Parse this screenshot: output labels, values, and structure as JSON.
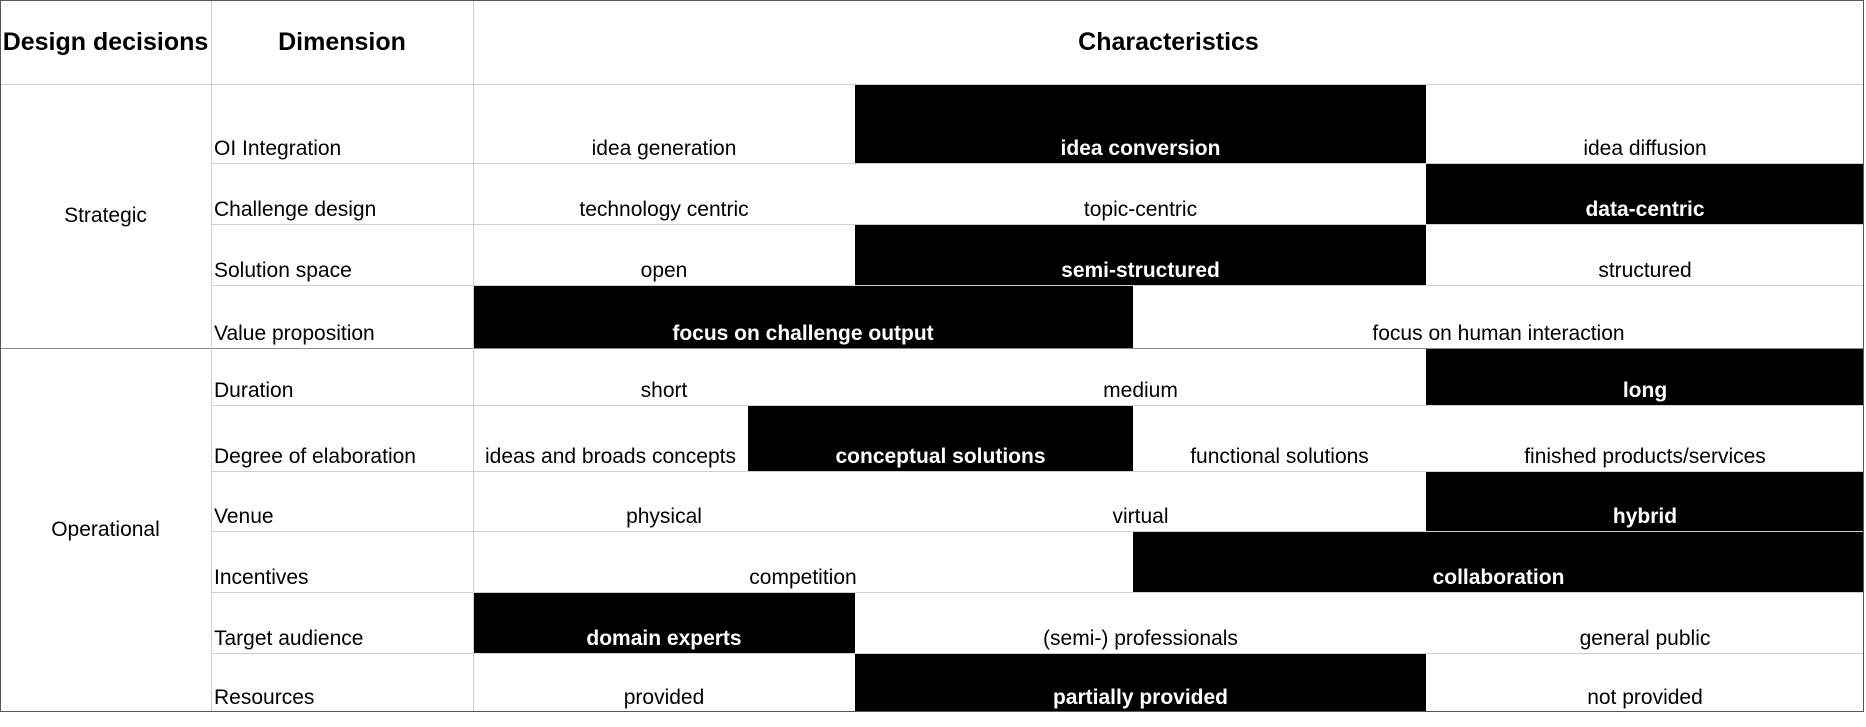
{
  "header": {
    "design_decisions": "Design decisions",
    "dimension": "Dimension",
    "characteristics": "Characteristics"
  },
  "groups": {
    "strategic": "Strategic",
    "operational": "Operational"
  },
  "rows": [
    {
      "dimension": "OI Integration",
      "cells": [
        {
          "text": "idea generation",
          "selected": false
        },
        {
          "text": "idea conversion",
          "selected": true
        },
        {
          "text": "idea diffusion",
          "selected": false
        }
      ]
    },
    {
      "dimension": "Challenge design",
      "cells": [
        {
          "text": "technology centric",
          "selected": false
        },
        {
          "text": "topic-centric",
          "selected": false
        },
        {
          "text": "data-centric",
          "selected": true
        }
      ]
    },
    {
      "dimension": "Solution space",
      "cells": [
        {
          "text": "open",
          "selected": false
        },
        {
          "text": "semi-structured",
          "selected": true
        },
        {
          "text": "structured",
          "selected": false
        }
      ]
    },
    {
      "dimension": "Value proposition",
      "cells": [
        {
          "text": "focus on challenge output",
          "selected": true
        },
        {
          "text": "focus on human interaction",
          "selected": false
        }
      ]
    },
    {
      "dimension": "Duration",
      "cells": [
        {
          "text": "short",
          "selected": false
        },
        {
          "text": "medium",
          "selected": false
        },
        {
          "text": "long",
          "selected": true
        }
      ]
    },
    {
      "dimension": "Degree of elaboration",
      "cells": [
        {
          "text": "ideas and broads concepts",
          "selected": false
        },
        {
          "text": "conceptual solutions",
          "selected": true
        },
        {
          "text": "functional solutions",
          "selected": false
        },
        {
          "text": "finished products/services",
          "selected": false
        }
      ]
    },
    {
      "dimension": "Venue",
      "cells": [
        {
          "text": "physical",
          "selected": false
        },
        {
          "text": "virtual",
          "selected": false
        },
        {
          "text": "hybrid",
          "selected": true
        }
      ]
    },
    {
      "dimension": "Incentives",
      "cells": [
        {
          "text": "competition",
          "selected": false
        },
        {
          "text": "collaboration",
          "selected": true
        }
      ]
    },
    {
      "dimension": "Target audience",
      "cells": [
        {
          "text": "domain experts",
          "selected": true
        },
        {
          "text": "(semi-) professionals",
          "selected": false
        },
        {
          "text": "general public",
          "selected": false
        }
      ]
    },
    {
      "dimension": "Resources",
      "cells": [
        {
          "text": "provided",
          "selected": false
        },
        {
          "text": "partially provided",
          "selected": true
        },
        {
          "text": "not provided",
          "selected": false
        }
      ]
    }
  ]
}
